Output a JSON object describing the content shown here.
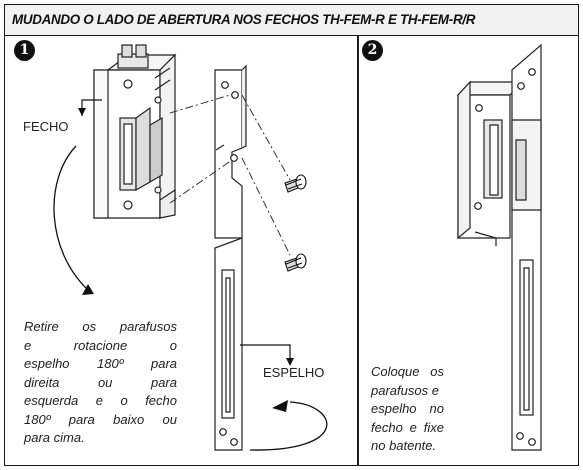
{
  "header": {
    "title": "MUDANDO O LADO DE ABERTURA NOS FECHOS TH-FEM-R E TH-FEM-R/R"
  },
  "step1": {
    "number": "1",
    "label_fecho": "FECHO",
    "label_espelho": "ESPELHO",
    "caption_lines": [
      "Retire os parafusos",
      "e rotacione o",
      "espelho 180º para",
      "direita ou para",
      "esquerda e o fecho",
      "180º para baixo ou",
      "para cima."
    ]
  },
  "step2": {
    "number": "2",
    "caption_lines": [
      "Coloque os",
      "parafusos e",
      "espelho no",
      "fecho e fixe",
      "no batente."
    ]
  }
}
